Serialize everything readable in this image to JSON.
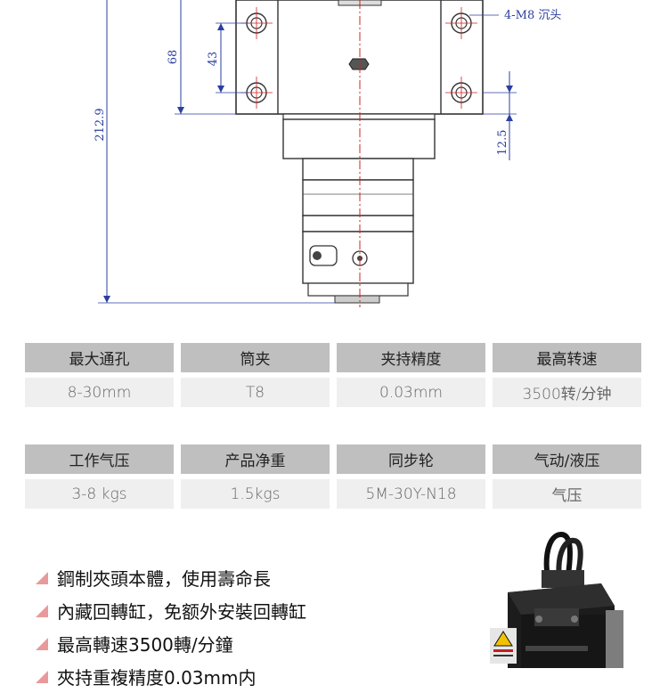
{
  "drawing": {
    "dim_overall_height": "212.9",
    "dim_mount_height": "68",
    "dim_hole_spacing": "43",
    "dim_offset": "12.5",
    "thread_note": "4-M8 沉头"
  },
  "specs_row1": {
    "headers": [
      "最大通孔",
      "筒夹",
      "夹持精度",
      "最高转速"
    ],
    "values": [
      "8-30mm",
      "T8",
      "0.03mm",
      "3500转/分钟"
    ]
  },
  "specs_row2": {
    "headers": [
      "工作气压",
      "产品净重",
      "同步轮",
      "气动/液压"
    ],
    "values": [
      "3-8 kgs",
      "1.5kgs",
      "5M-30Y-N18",
      "气压"
    ]
  },
  "features": [
    "鋼制夾頭本體，使用壽命長",
    "內藏回轉缸，免额外安裝回轉缸",
    "最高轉速3500轉/分鐘",
    "夾持重複精度0.03mm内"
  ],
  "colors": {
    "dimension_line": "#2a3fa0",
    "center_line": "#d02020",
    "bullet": "#e89a9a"
  }
}
